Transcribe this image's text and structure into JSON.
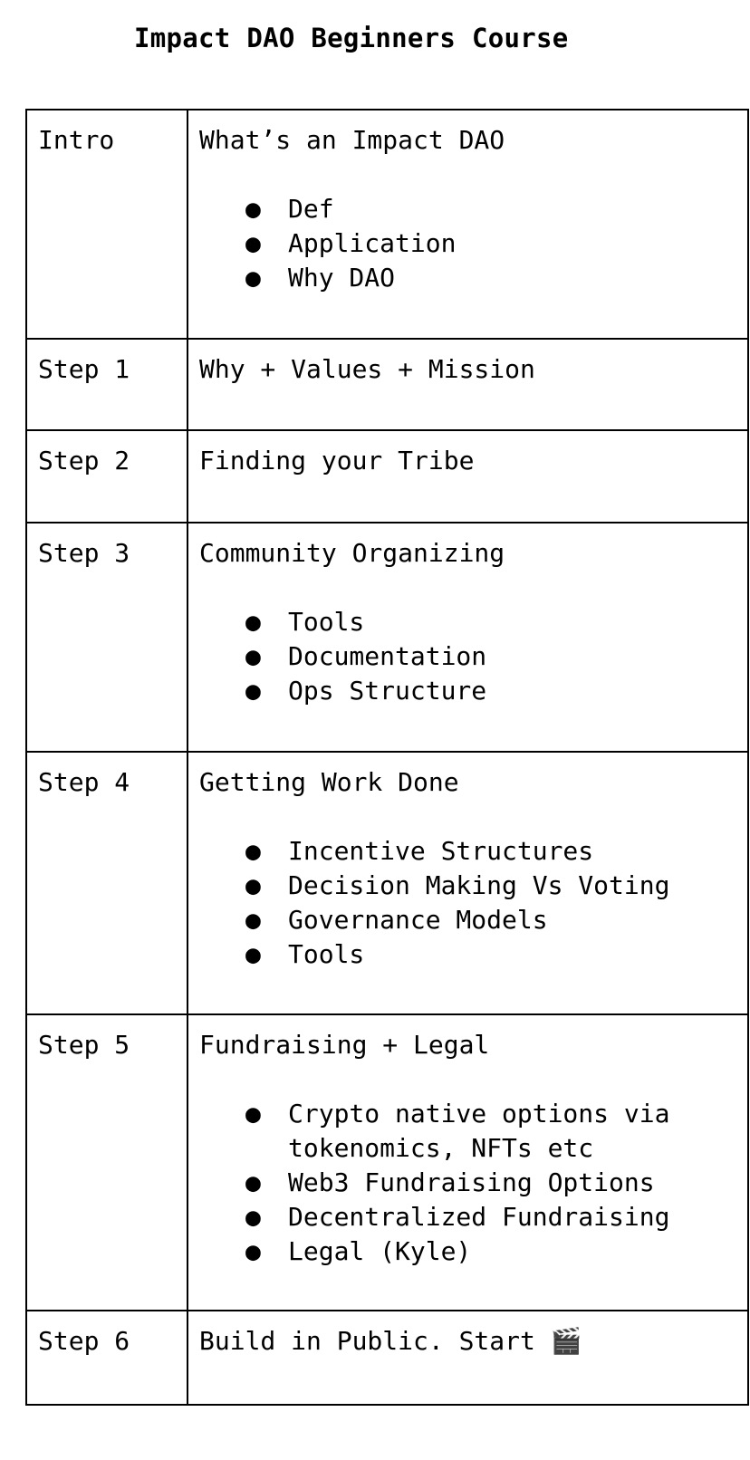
{
  "document": {
    "title": "Impact DAO Beginners Course"
  },
  "rows": [
    {
      "step": "Intro",
      "heading": "What’s an Impact DAO",
      "topics": [
        "Def",
        "Application",
        "Why DAO"
      ]
    },
    {
      "step": "Step 1",
      "heading": "Why + Values + Mission",
      "topics": []
    },
    {
      "step": "Step 2",
      "heading": "Finding your Tribe",
      "topics": []
    },
    {
      "step": "Step 3",
      "heading": "Community Organizing",
      "topics": [
        "Tools",
        "Documentation",
        "Ops Structure"
      ]
    },
    {
      "step": "Step 4",
      "heading": "Getting Work Done",
      "topics": [
        "Incentive Structures",
        "Decision Making Vs Voting",
        "Governance Models",
        "Tools"
      ]
    },
    {
      "step": "Step 5",
      "heading": "Fundraising + Legal",
      "topics": [
        "Crypto native options via tokenomics, NFTs etc",
        "Web3 Fundraising Options",
        "Decentralized Fundraising",
        "Legal (Kyle)"
      ]
    },
    {
      "step": "Step 6",
      "heading": "Build in Public. Start 🎬",
      "topics": []
    }
  ],
  "bullet_glyph": "●"
}
